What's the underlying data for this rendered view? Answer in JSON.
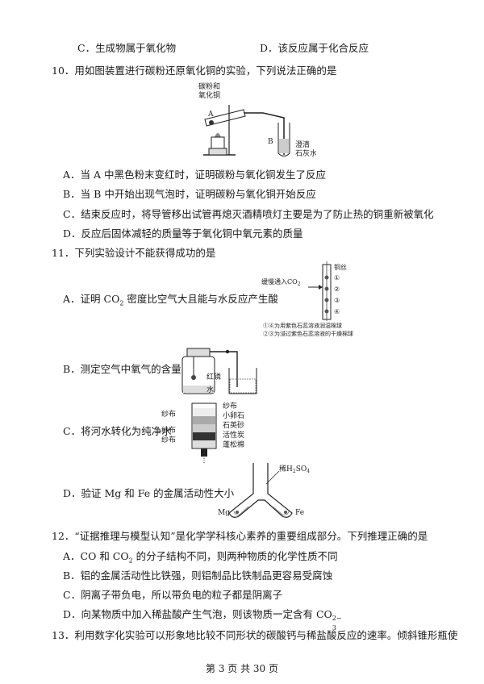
{
  "q9": {
    "optC": "C．生成物属于氧化物",
    "optD": "D．该反应属于化合反应"
  },
  "q10": {
    "stem": "10．用如图装置进行碳粉还原氧化铜的实验，下列说法正确的是",
    "fig": {
      "label_top1": "碳粉和",
      "label_top2": "氧化铜",
      "label_A": "A",
      "label_B": "B",
      "label_right1": "澄清",
      "label_right2": "石灰水"
    },
    "optA": "A．当 A 中黑色粉末变红时，证明碳粉与氧化铜发生了反应",
    "optB": "B．当 B 中开始出现气泡时，证明碳粉与氧化铜开始反应",
    "optC": "C．结束反应时，将导管移出试管再熄灭酒精喷灯主要是为了防止热的铜重新被氧化",
    "optD": "D．反应后固体减轻的质量等于氧化铜中氧元素的质量"
  },
  "q11": {
    "stem": "11．下列实验设计不能获得成功的是",
    "optA_pre": "A．证明 CO",
    "optA_sub": "2",
    "optA_post": " 密度比空气大且能与水反应产生酸",
    "figA": {
      "inlet": "缓慢通入CO",
      "inlet_sub": "2",
      "label_top": "铜丝",
      "ball1": "①",
      "ball2": "②",
      "ball3": "③",
      "ball4": "④",
      "note1": "①④为用紫色石蕊溶液润湿棉球",
      "note2": "②③为浸过紫色石蕊溶液的干燥棉球"
    },
    "optB": "B．测定空气中氧气的含量",
    "figB": {
      "phos": "红磷",
      "water": "水"
    },
    "optC": "C．将河水转化为纯净水",
    "figC": {
      "left1": "纱布",
      "left2": "纱布",
      "left3": "纱布",
      "right1": "纱布",
      "right2": "小卵石",
      "right3": "石英砂",
      "right4": "活性炭",
      "right5": "蓬松棉"
    },
    "optD": "D．验证 Mg 和 Fe 的金属活动性大小",
    "figD": {
      "acid": "稀H",
      "acid_sub1": "2",
      "acid_mid": "SO",
      "acid_sub2": "4",
      "mg": "Mg",
      "fe": "Fe"
    }
  },
  "q12": {
    "stem": "12．“证据推理与模型认知”是化学学科核心素养的重要组成部分。下列推理正确的是",
    "optA_pre": "A．CO 和 CO",
    "optA_sub": "2",
    "optA_post": " 的分子结构不同，则两种物质的化学性质不同",
    "optB": "B．铝的金属活动性比铁强，则铝制品比铁制品更容易受腐蚀",
    "optC": "C．阴离子带负电，所以带负电的粒子都是阴离子",
    "optD_pre": "D．向某物质中加入稀盐酸产生气泡，则该物质一定含有 CO",
    "optD_sup": "2−",
    "optD_sub": "3"
  },
  "q13": {
    "stem": "13．利用数字化实验可以形象地比较不同形状的碳酸钙与稀盐酸反应的速率。倾斜锥形瓶使"
  },
  "footer": "第 3 页 共 30 页"
}
